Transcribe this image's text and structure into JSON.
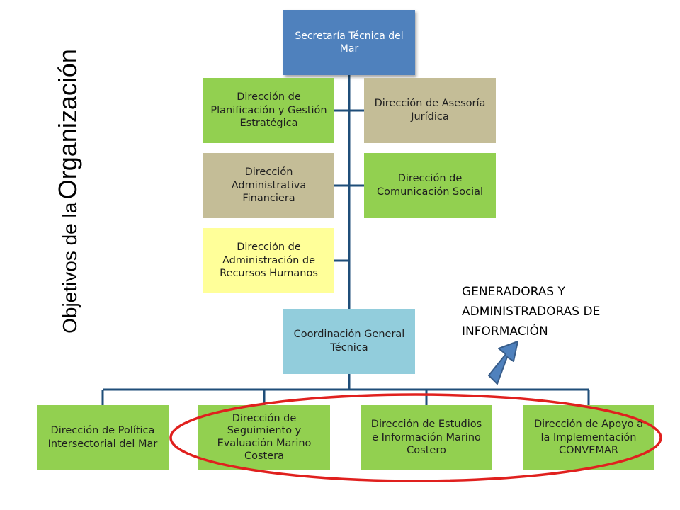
{
  "title": {
    "part1": "Objetivos de la",
    "part2": "Organización"
  },
  "top": {
    "lines": [
      "Secretaría Técnica del",
      "Mar"
    ]
  },
  "left": [
    {
      "lines": [
        "Dirección de",
        "Planificación y Gestión",
        "Estratégica"
      ],
      "color": "#92d050"
    },
    {
      "lines": [
        "Dirección",
        "Administrativa",
        "Financiera"
      ],
      "color": "#c4bd97"
    },
    {
      "lines": [
        "Dirección de",
        "Administración de",
        "Recursos Humanos"
      ],
      "color": "#ffff99"
    }
  ],
  "right": [
    {
      "lines": [
        "Dirección de Asesoría",
        "Jurídica"
      ],
      "color": "#c4bd97"
    },
    {
      "lines": [
        "Dirección de",
        "Comunicación Social"
      ],
      "color": "#92d050"
    }
  ],
  "coordination": {
    "lines": [
      "Coordinación General",
      "Técnica"
    ],
    "color": "#92cddc"
  },
  "bottom": [
    {
      "lines": [
        "Dirección de Política",
        "Intersectorial del Mar"
      ]
    },
    {
      "lines": [
        "Dirección de",
        "Seguimiento y",
        "Evaluación Marino",
        "Costera"
      ]
    },
    {
      "lines": [
        "Dirección de Estudios",
        "e Información Marino",
        "Costero"
      ]
    },
    {
      "lines": [
        "Dirección de Apoyo a",
        "la Implementación",
        "CONVEMAR"
      ]
    }
  ],
  "annotation": {
    "lines": [
      "GENERADORAS Y",
      "ADMINISTRADORAS DE",
      "INFORMACIÓN"
    ]
  },
  "colors": {
    "accent_blue": "#4f81bd",
    "connector": "#1f4e79",
    "highlight_ellipse": "#e0201e",
    "arrow_fill": "#4f81bd"
  }
}
